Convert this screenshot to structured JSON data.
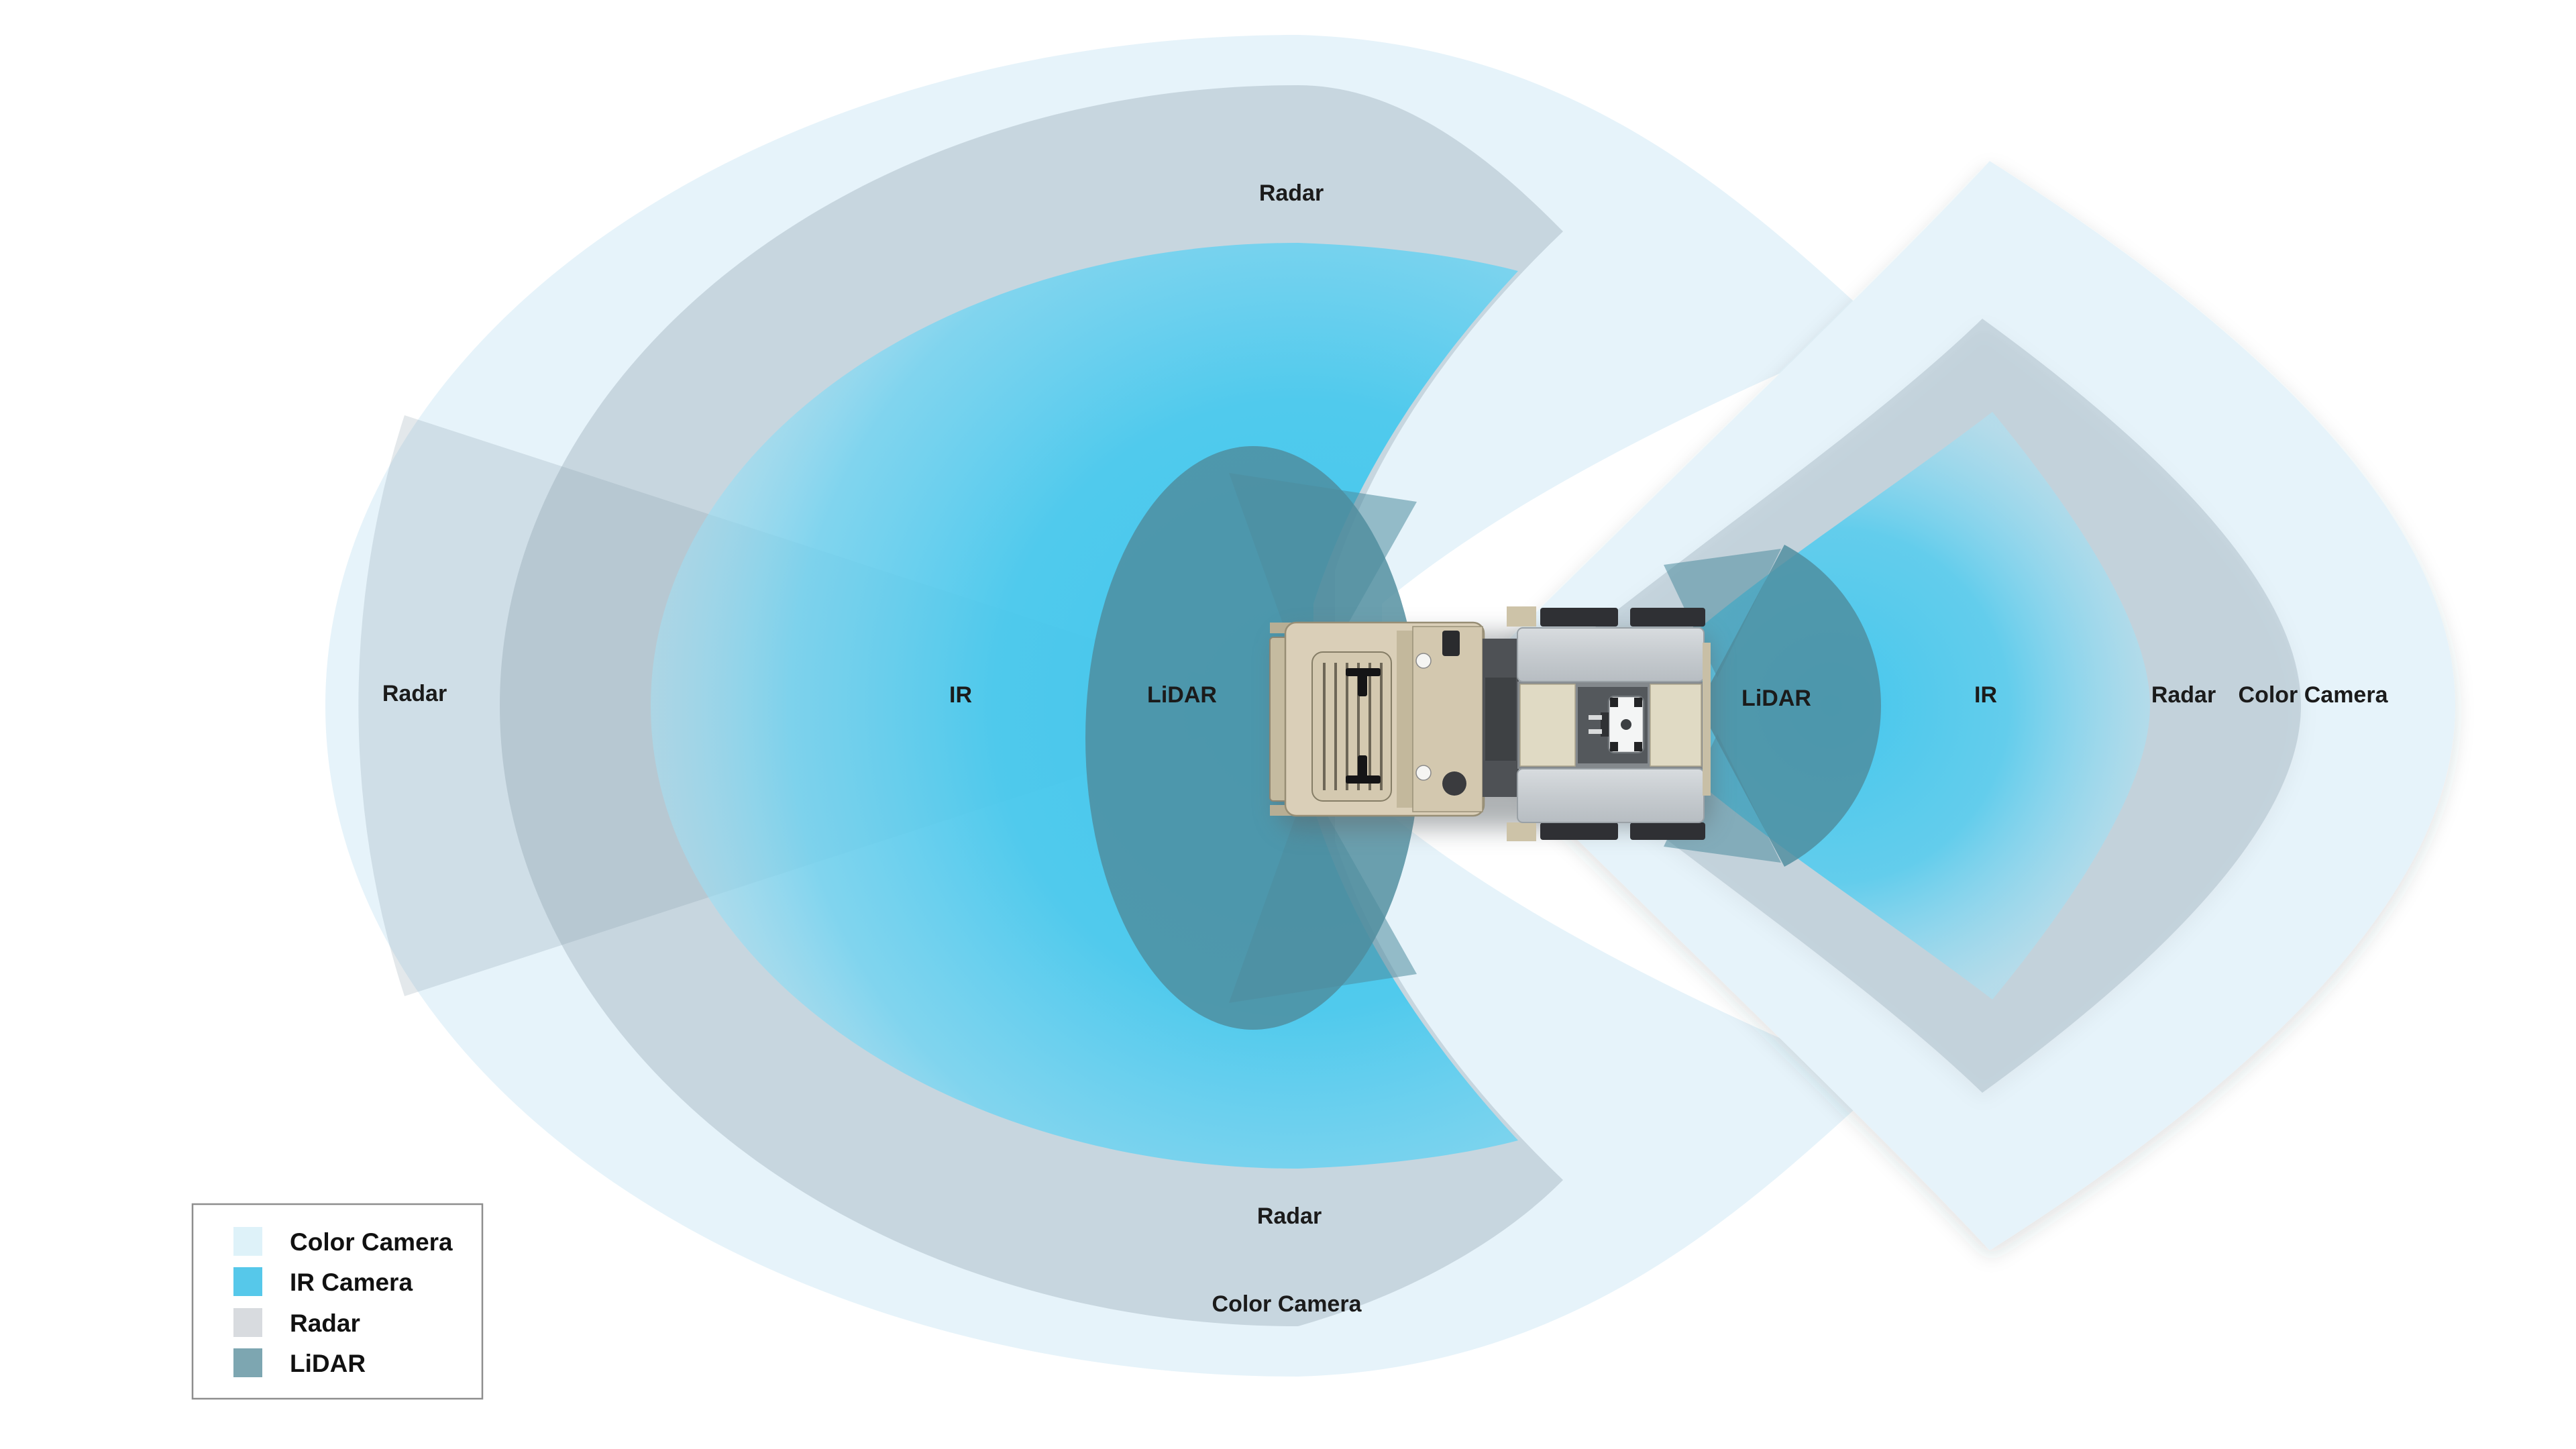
{
  "labels": {
    "radar_top": "Radar",
    "radar_bottom": "Radar",
    "radar_left": "Radar",
    "radar_right": "Radar",
    "ir_left": "IR",
    "ir_right": "IR",
    "lidar_left": "LiDAR",
    "lidar_right": "LiDAR",
    "color_camera_right": "Color Camera",
    "color_camera_bottom": "Color Camera"
  },
  "legend": {
    "items": [
      {
        "label": "Color Camera",
        "color": "#DEF2F9"
      },
      {
        "label": "IR Camera",
        "color": "#56C8EA"
      },
      {
        "label": "Radar",
        "color": "#D8DBDF"
      },
      {
        "label": "LiDAR",
        "color": "#7DA6B1"
      }
    ]
  },
  "colors": {
    "background": "#FFFFFF",
    "color_camera_zone": "#E6F3FA",
    "radar_zone": "#8095A2",
    "lidar_zone": "#4E8C9E",
    "ir_core": "#3EC6EE"
  },
  "vehicle_icon": "military-truck-top-view"
}
